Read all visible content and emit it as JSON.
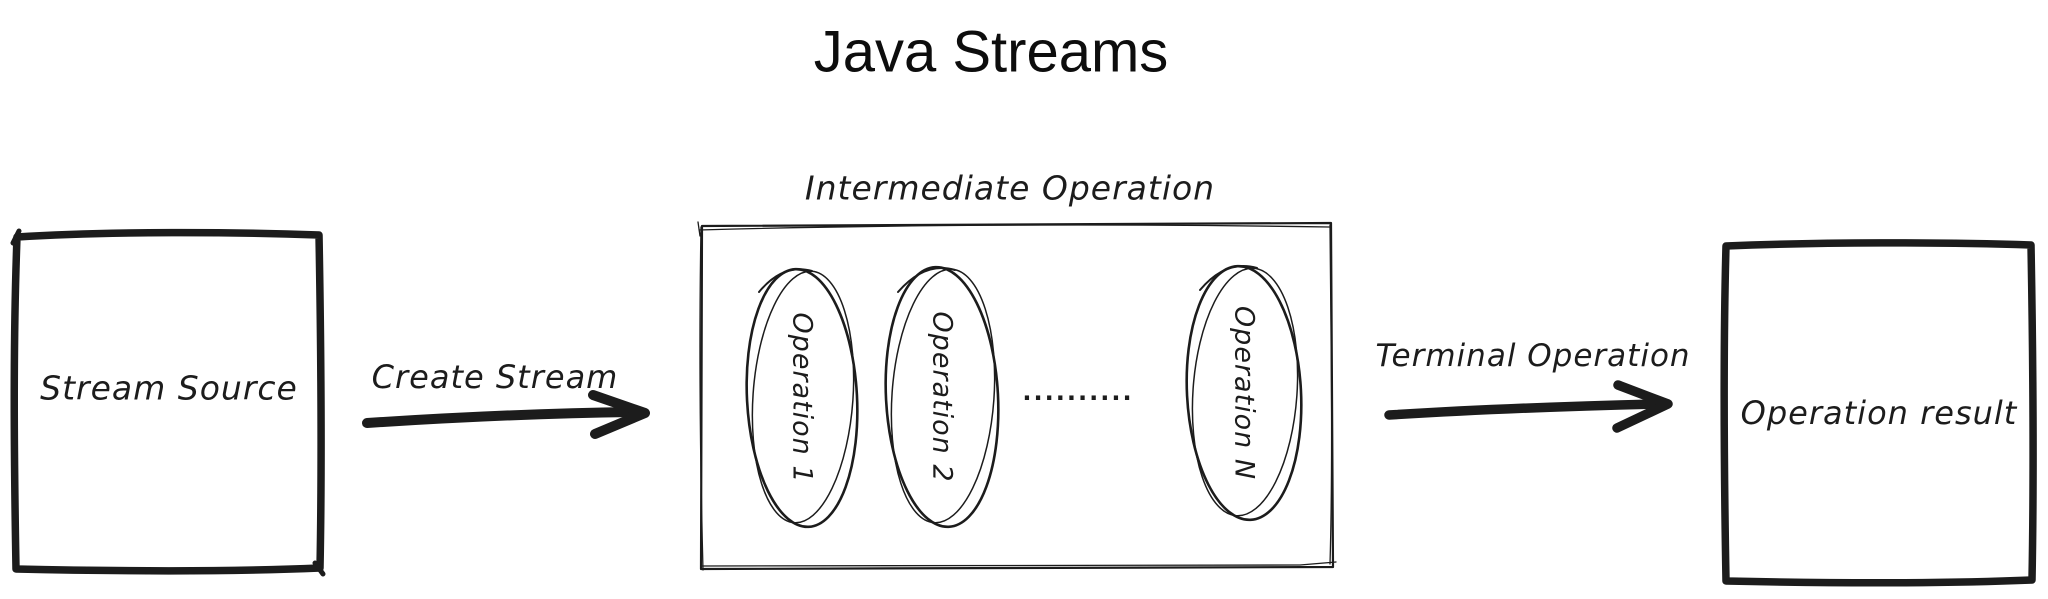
{
  "title": "Java Streams",
  "colors": {
    "ink": "#1c1c1c",
    "title_color": "#0d0d0d",
    "background": "#ffffff"
  },
  "diagram": {
    "source_box": {
      "label": "Stream Source"
    },
    "create_arrow": {
      "label": "Create Stream"
    },
    "intermediate_box": {
      "title": "Intermediate Operation",
      "operations": [
        "Operation 1",
        "Operation 2",
        "Operation N"
      ],
      "ellipsis": ".........."
    },
    "terminal_arrow": {
      "label": "Terminal Operation"
    },
    "result_box": {
      "label": "Operation result"
    }
  }
}
